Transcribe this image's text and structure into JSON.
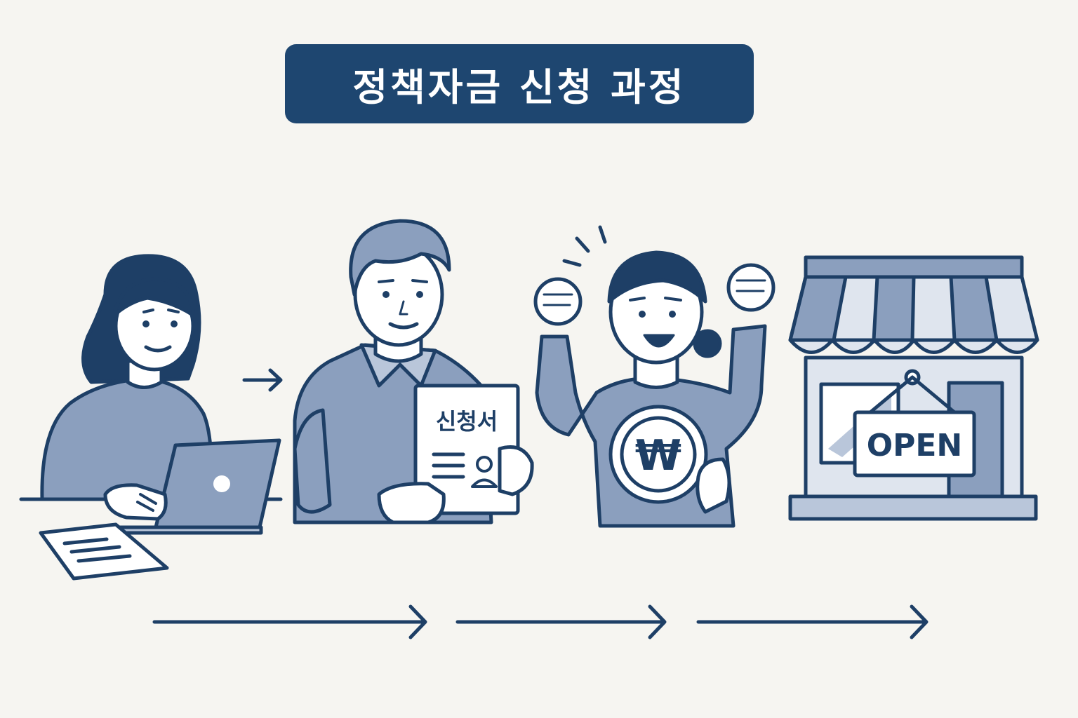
{
  "title": "정책자금 신청 과정",
  "steps": [
    {
      "name": "research"
    },
    {
      "name": "application",
      "document_label": "신청서"
    },
    {
      "name": "funding",
      "coin_symbol": "₩"
    },
    {
      "name": "open-shop",
      "sign_label": "OPEN"
    }
  ],
  "colors": {
    "primary": "#1e4670",
    "ink": "#1e3f66",
    "mid": "#8b9fbe",
    "light": "#b9c6da",
    "background": "#f6f5f1"
  },
  "icons": [
    "laptop-icon",
    "document-icon",
    "won-coin-icon",
    "storefront-icon",
    "arrow-right-icon"
  ]
}
